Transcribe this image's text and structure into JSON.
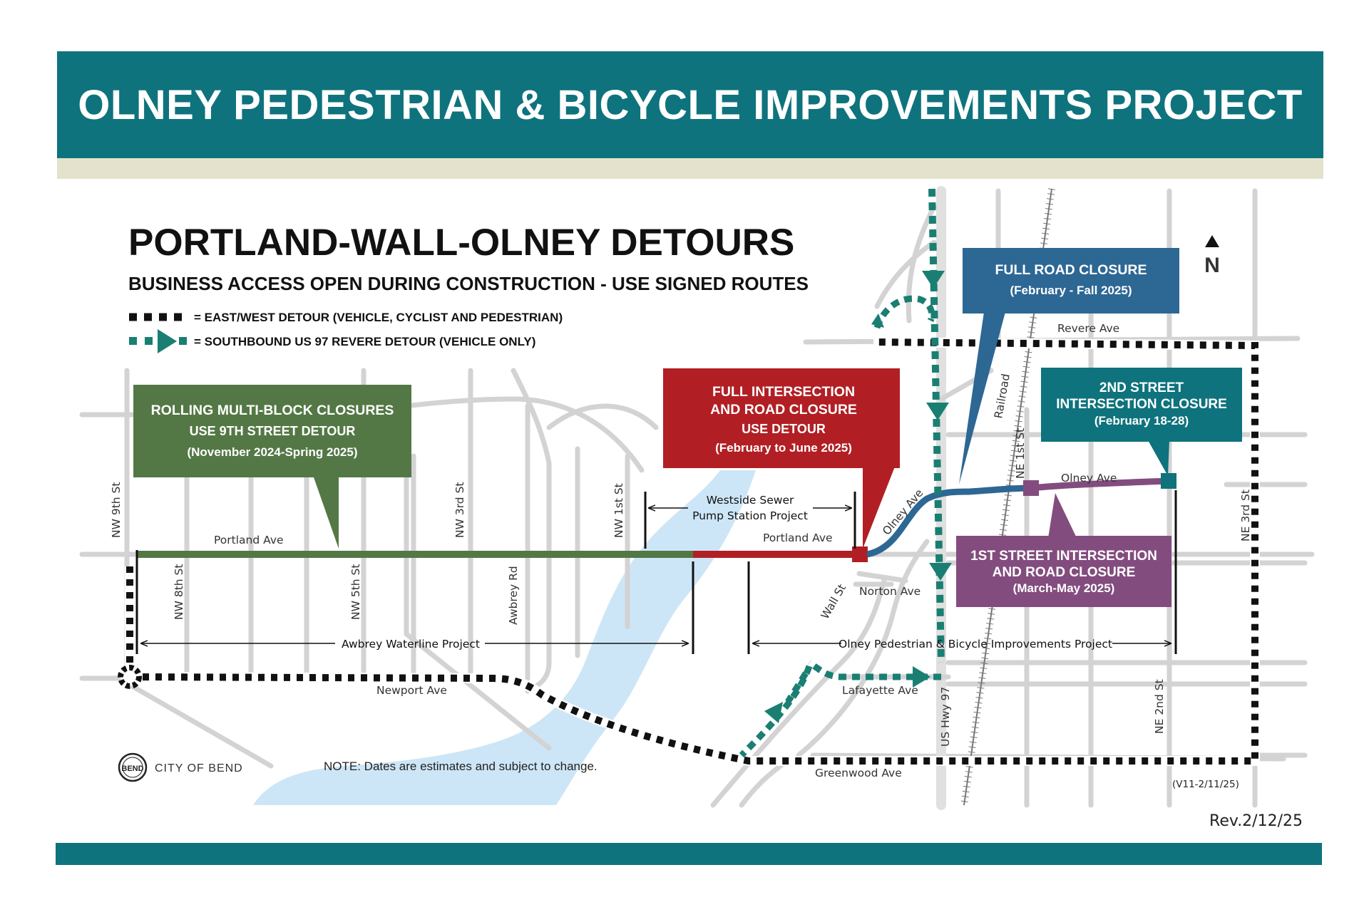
{
  "banner": {
    "title": "OLNEY PEDESTRIAN & BICYCLE IMPROVEMENTS PROJECT",
    "color": "#0e737d"
  },
  "map": {
    "title": "PORTLAND-WALL-OLNEY DETOURS",
    "subtitle": "BUSINESS ACCESS OPEN DURING CONSTRUCTION - USE SIGNED ROUTES",
    "north_label": "N",
    "legend": {
      "eastwest": "= EAST/WEST DETOUR (VEHICLE, CYCLIST AND PEDESTRIAN)",
      "southbound": "= SOUTHBOUND US 97 REVERE DETOUR (VEHICLE ONLY)"
    },
    "callouts": {
      "rolling": {
        "line1": "ROLLING MULTI-BLOCK CLOSURES",
        "line2": "USE 9TH STREET DETOUR",
        "line3": "(November 2024-Spring 2025)",
        "color": "#537845"
      },
      "full_intersection": {
        "line1": "FULL INTERSECTION",
        "line2": "AND ROAD CLOSURE",
        "line3": "USE DETOUR",
        "line4": "(February to June 2025)",
        "color": "#b11f24"
      },
      "full_road": {
        "line1": "FULL ROAD CLOSURE",
        "line2": "(February - Fall 2025)",
        "color": "#2d6794"
      },
      "second_street": {
        "line1": "2ND STREET",
        "line2": "INTERSECTION CLOSURE",
        "line3": "(February 18-28)",
        "color": "#0e737d"
      },
      "first_street": {
        "line1": "1ST STREET INTERSECTION",
        "line2": "AND ROAD CLOSURE",
        "line3": "(March-May 2025)",
        "color": "#834c7e"
      }
    },
    "streets": {
      "nw9th": "NW 9th St",
      "nw8th": "NW 8th St",
      "nw5th": "NW 5th St",
      "nw3rd": "NW 3rd St",
      "nw1st": "NW 1st St",
      "awbrey_rd": "Awbrey Rd",
      "portland_w": "Portland Ave",
      "portland_e": "Portland Ave",
      "newport": "Newport Ave",
      "wall": "Wall St",
      "norton": "Norton Ave",
      "olney_w": "Olney Ave",
      "olney_e": "Olney Ave",
      "lafayette": "Lafayette Ave",
      "greenwood": "Greenwood Ave",
      "revere": "Revere Ave",
      "railroad": "Railroad",
      "ne1st": "NE 1st St",
      "ne2nd": "NE 2nd St",
      "ne3rd": "NE 3rd St",
      "us97": "US Hwy 97"
    },
    "projects": {
      "westside_line1": "Westside Sewer",
      "westside_line2": "Pump Station Project",
      "awbrey_waterline": "Awbrey Waterline Project",
      "olney_project": "Olney Pedestrian & Bicycle Improvements Project"
    },
    "logo_text": "CITY OF BEND",
    "note": "NOTE: Dates are estimates and subject to change.",
    "version": "(V11-2/11/25)"
  },
  "revision": "Rev.2/12/25"
}
